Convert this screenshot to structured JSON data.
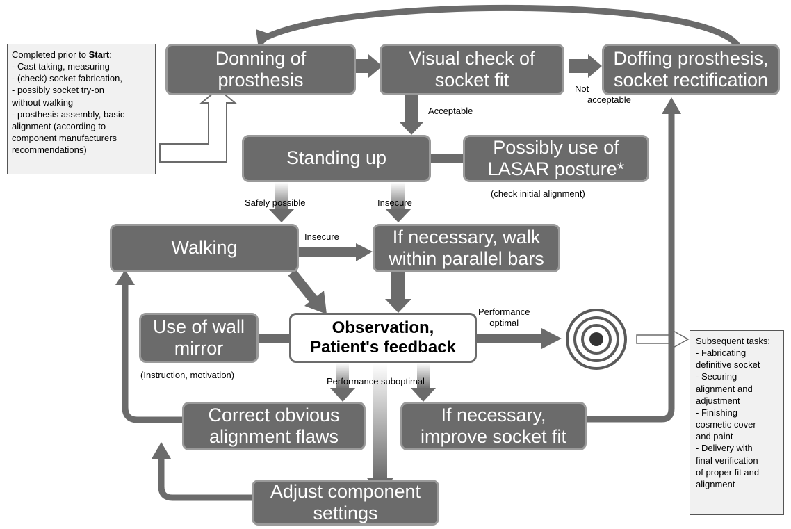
{
  "colors": {
    "box_fill": "#6b6b6b",
    "box_border": "#9a9a9a",
    "arrow": "#6b6b6b",
    "note_bg": "#f1f1f1",
    "text_light": "#ffffff"
  },
  "prior_note": {
    "lead": "Completed prior to ",
    "lead_bold": "Start",
    "lead_end": ":",
    "lines": [
      "- Cast taking, measuring",
      "- (check) socket fabrication,",
      "- possibly socket try-on",
      "without walking",
      "- prosthesis assembly, basic",
      "alignment (according to",
      "component manufacturers",
      "recommendations)"
    ]
  },
  "boxes": {
    "donning": [
      "Donning of",
      "prosthesis"
    ],
    "visual_check": [
      "Visual check of",
      "socket fit"
    ],
    "doffing": [
      "Doffing prosthesis,",
      "socket rectification"
    ],
    "standing_up": [
      "Standing up"
    ],
    "lasar": [
      "Possibly use of",
      "LASAR posture*"
    ],
    "walking": [
      "Walking"
    ],
    "parallel_bars": [
      "If necessary, walk",
      "within parallel bars"
    ],
    "wall_mirror": [
      "Use of wall",
      "mirror"
    ],
    "observation": [
      "Observation,",
      "Patient's feedback"
    ],
    "correct_alignment": [
      "Correct obvious",
      "alignment flaws"
    ],
    "improve_socket": [
      "If necessary,",
      "improve socket fit"
    ],
    "adjust_components": [
      "Adjust component",
      "settings"
    ]
  },
  "labels": {
    "acceptable": "Acceptable",
    "not_acceptable": [
      "Not",
      "acceptable"
    ],
    "check_initial_alignment": "(check initial alignment)",
    "safely_possible": "Safely possible",
    "insecure_down": "Insecure",
    "insecure_right": "Insecure",
    "performance_optimal": [
      "Performance",
      "optimal"
    ],
    "instruction_motivation": "(Instruction, motivation)",
    "performance_suboptimal": "Performance suboptimal"
  },
  "subsequent_note": {
    "lines": [
      "Subsequent tasks:",
      "- Fabricating",
      "definitive socket",
      "- Securing",
      "alignment and",
      "adjustment",
      "- Finishing",
      "cosmetic cover",
      "and paint",
      "- Delivery with",
      "final verification",
      "of proper fit and",
      "alignment"
    ]
  },
  "icons": {
    "target": "target-icon"
  }
}
